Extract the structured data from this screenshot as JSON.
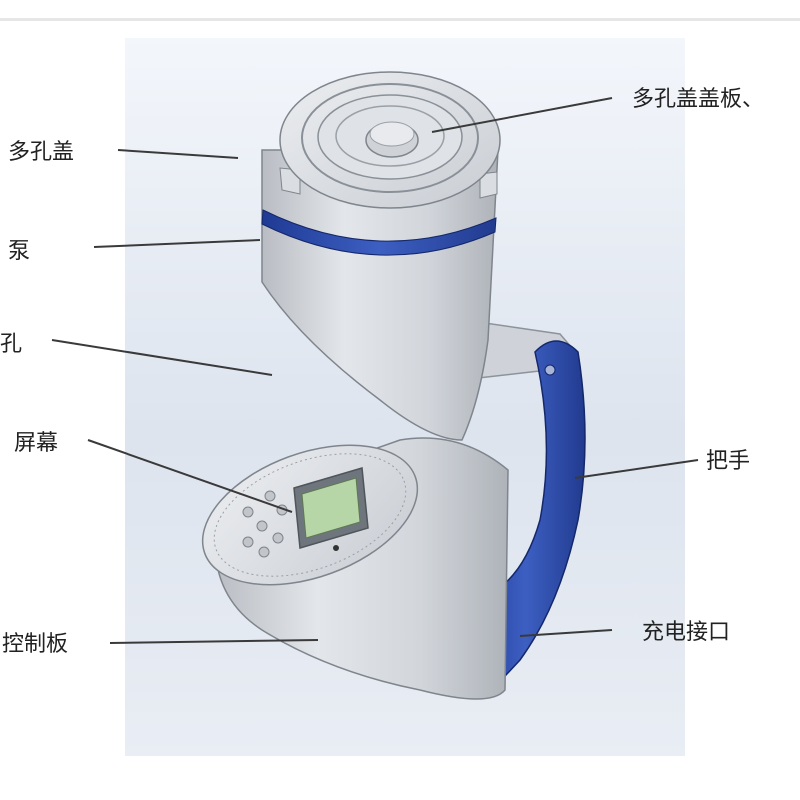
{
  "labels": {
    "cover_plate": "多孔盖盖板、",
    "porous_cover": "多孔盖",
    "pump": "泵",
    "hole": "孔",
    "screen": "屏幕",
    "handle": "把手",
    "charging_port": "充电接口",
    "control_board": "控制板"
  },
  "colors": {
    "accent_blue": "#2c4aa8",
    "device_body": "#cfd3d8",
    "screen_green": "#b7d6a8"
  }
}
